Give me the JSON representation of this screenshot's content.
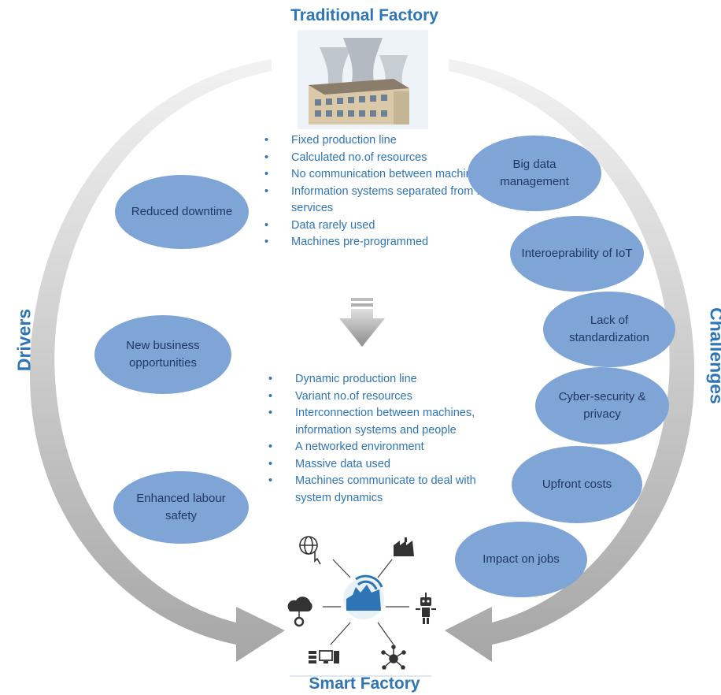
{
  "titles": {
    "top": "Traditional Factory",
    "bottom": "Smart Factory",
    "left": "Drivers",
    "right": "Challenges"
  },
  "traditional": [
    "Fixed production line",
    "Calculated no.of resources",
    "No communication between machines",
    "Information systems separated from field services",
    "Data rarely used",
    "Machines pre-programmed"
  ],
  "smart": [
    "Dynamic production line",
    "Variant no.of resources",
    "Interconnection between machines, information systems and people",
    "A networked environment",
    "Massive data used",
    "Machines communicate to deal with system dynamics"
  ],
  "drivers": [
    "Reduced downtime",
    "New business opportunities",
    "Enhanced labour safety"
  ],
  "challenges": [
    "Big data management",
    "Interoeprability of IoT",
    "Lack of standardization",
    "Cyber-security & privacy",
    "Upfront costs",
    "Impact on jobs"
  ],
  "icons": [
    "factory-image",
    "globe-click-icon",
    "smart-factory-icon",
    "cloud-gear-icon",
    "robot-icon",
    "server-computer-icon",
    "network-hub-icon",
    "smart-factory-hub-icon"
  ],
  "colors": {
    "title": "#2e75b6",
    "ellipse": "#7fa4d6",
    "ellipse_text": "#203864",
    "arrow": "#bfbfbf"
  }
}
